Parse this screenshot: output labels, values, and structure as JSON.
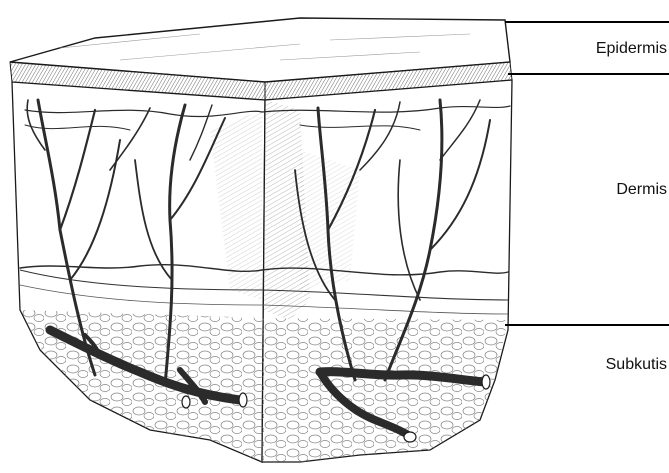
{
  "labels": {
    "epidermis": "Epidermis",
    "dermis": "Dermis",
    "subkutis": "Subkutis"
  },
  "colors": {
    "ink": "#1a1a1a",
    "vessel": "#2b2b2b",
    "background": "#ffffff"
  }
}
